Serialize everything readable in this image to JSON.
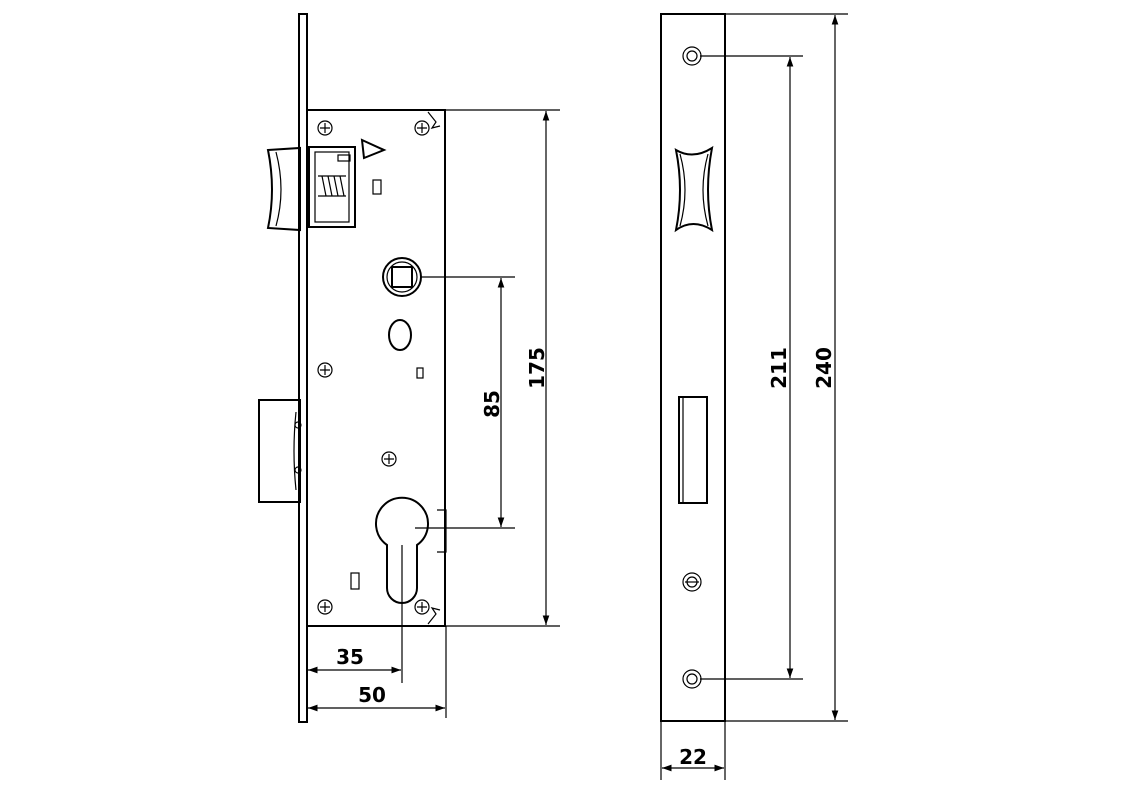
{
  "drawing": {
    "dimensions": {
      "d35": "35",
      "d50": "50",
      "d85": "85",
      "d175": "175",
      "d211": "211",
      "d240": "240",
      "d22": "22"
    }
  }
}
